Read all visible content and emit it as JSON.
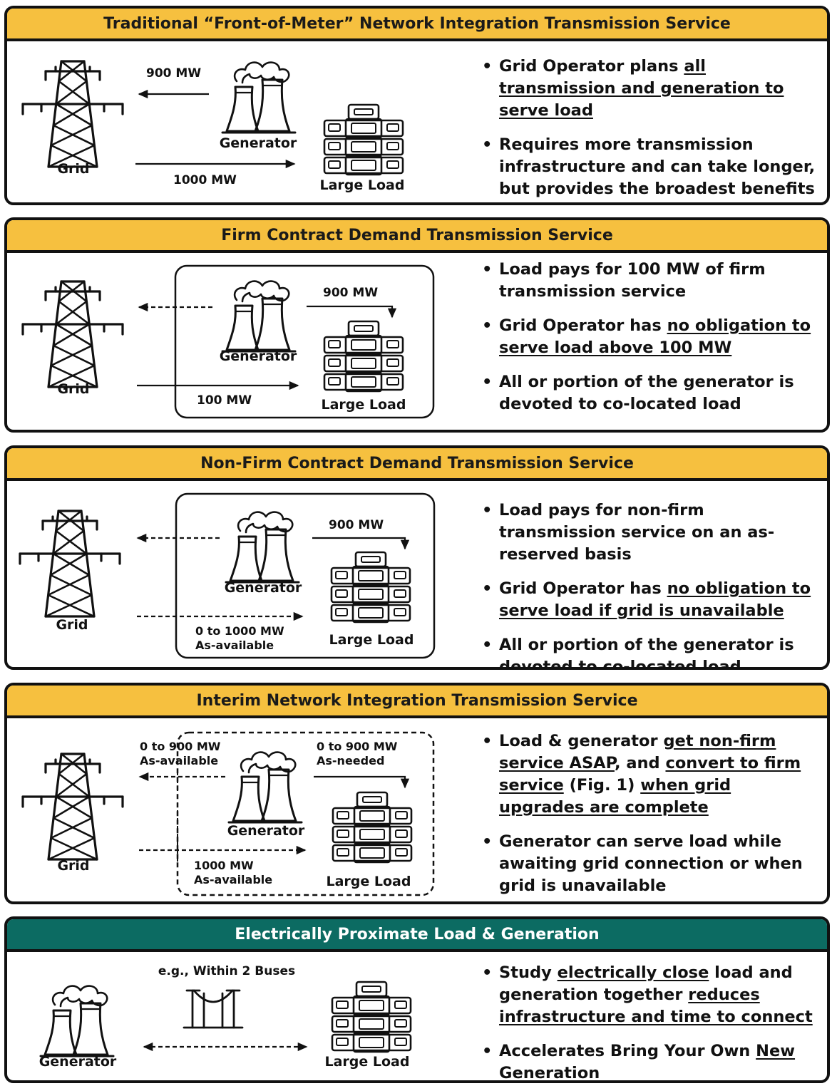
{
  "panels": [
    {
      "title": "Traditional “Front-of-Meter” Network Integration Transmission Service",
      "labels": {
        "grid": "Grid",
        "generator": "Generator",
        "load": "Large Load",
        "flow_top": "900 MW",
        "flow_bottom": "1000 MW"
      },
      "bullets": [
        [
          {
            "t": "Grid Operator plans "
          },
          {
            "t": "all transmission and generation to serve load",
            "u": true
          }
        ],
        [
          {
            "t": "Requires more transmission infrastructure and can take longer, but provides the broadest benefits"
          }
        ]
      ]
    },
    {
      "title": "Firm Contract Demand Transmission Service",
      "labels": {
        "grid": "Grid",
        "generator": "Generator",
        "load": "Large Load",
        "flow_gen_load": "900 MW",
        "flow_bottom": "100 MW"
      },
      "bullets": [
        [
          {
            "t": "Load pays for 100 MW of firm transmission service"
          }
        ],
        [
          {
            "t": "Grid Operator has "
          },
          {
            "t": "no obligation to serve load above 100 MW",
            "u": true
          }
        ],
        [
          {
            "t": "All or portion of the generator  is devoted to co-located load"
          }
        ]
      ]
    },
    {
      "title": "Non-Firm Contract Demand Transmission Service",
      "labels": {
        "grid": "Grid",
        "generator": "Generator",
        "load": "Large Load",
        "flow_gen_load": "900 MW",
        "flow_bottom_1": "0 to 1000 MW",
        "flow_bottom_2": "As-available"
      },
      "bullets": [
        [
          {
            "t": "Load pays for non-firm transmission service on an as-reserved basis"
          }
        ],
        [
          {
            "t": "Grid Operator has "
          },
          {
            "t": "no obligation to serve load if grid is unavailable",
            "u": true
          }
        ],
        [
          {
            "t": "All or portion of the generator  is devoted to co-located load"
          }
        ]
      ]
    },
    {
      "title": "Interim Network Integration Transmission Service",
      "labels": {
        "grid": "Grid",
        "generator": "Generator",
        "load": "Large Load",
        "flow_top_1": "0 to 900 MW",
        "flow_top_2": "As-available",
        "flow_gen_load_1": "0 to 900 MW",
        "flow_gen_load_2": "As-needed",
        "flow_bottom_1": "1000 MW",
        "flow_bottom_2": "As-available"
      },
      "bullets": [
        [
          {
            "t": "Load & generator "
          },
          {
            "t": "get non-firm service ASAP",
            "u": true
          },
          {
            "t": ", and "
          },
          {
            "t": "convert to firm service",
            "u": true
          },
          {
            "t": " (Fig. 1) "
          },
          {
            "t": "when grid upgrades are complete",
            "u": true
          }
        ],
        [
          {
            "t": "Generator can serve load while awaiting grid connection or when grid is unavailable"
          }
        ]
      ]
    },
    {
      "title": "Electrically Proximate Load & Generation",
      "labels": {
        "generator": "Generator",
        "load": "Large Load",
        "buses": "e.g., Within 2 Buses"
      },
      "bullets": [
        [
          {
            "t": "Study "
          },
          {
            "t": "electrically close",
            "u": true
          },
          {
            "t": " load and generation together "
          },
          {
            "t": "reduces infrastructure and time to connect",
            "u": true
          }
        ],
        [
          {
            "t": "Accelerates Bring Your Own "
          },
          {
            "t": "New",
            "u": true
          },
          {
            "t": " Generation"
          }
        ]
      ]
    }
  ],
  "colors": {
    "header_gold": "#f6c03f",
    "header_teal": "#0c6b62",
    "ink": "#111111"
  },
  "icons": [
    "transmission-tower-icon",
    "cooling-tower-generator-icon",
    "server-rack-load-icon",
    "substation-bus-icon"
  ]
}
